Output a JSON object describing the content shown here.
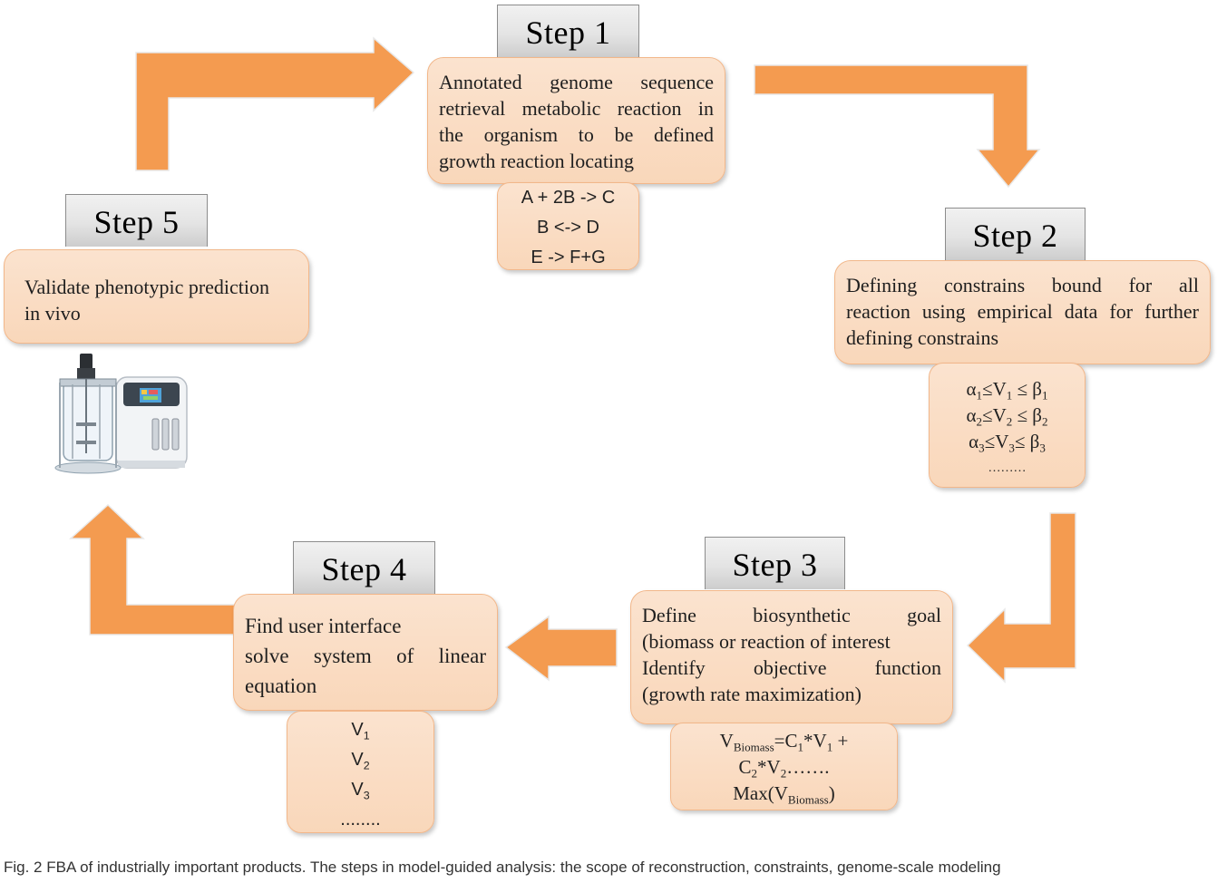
{
  "steps": [
    {
      "tab": "Step 1",
      "lines": [
        "Annotated genome sequence",
        "retrieval metabolic reaction in",
        "the organism to be defined",
        "growth reaction locating"
      ],
      "equations": [
        "A + 2B -> C",
        "B <-> D",
        "E -> F+G"
      ]
    },
    {
      "tab": "Step 2",
      "lines": [
        "Defining constrains bound for all",
        "reaction using empirical data for further",
        "defining constrains"
      ],
      "constraints": [
        {
          "a": "α",
          "i": "1",
          "v": "V",
          "b": "β"
        },
        {
          "a": "α",
          "i": "2",
          "v": "V",
          "b": "β"
        },
        {
          "a": "α",
          "i": "3",
          "v": "V",
          "b": "β"
        }
      ],
      "ellipsis": "………"
    },
    {
      "tab": "Step 3",
      "lines": [
        "Define biosynthetic goal",
        "(biomass or reaction of interest",
        "Identify objective function",
        "(growth rate maximization)"
      ],
      "formula": {
        "v": "V",
        "biomass": "Biomass",
        "eq": "=C",
        "one": "1",
        "times": "*V",
        "plus": " +",
        "c": "C",
        "two": "2",
        "dots": "…….",
        "max": "Max(V",
        "close": ")"
      }
    },
    {
      "tab": "Step 4",
      "lines": [
        "Find user interface",
        "solve system of linear",
        "equation"
      ],
      "vars": [
        {
          "v": "V",
          "i": "1"
        },
        {
          "v": "V",
          "i": "2"
        },
        {
          "v": "V",
          "i": "3"
        }
      ],
      "ellipsis": "........"
    },
    {
      "tab": "Step 5",
      "lines": [
        "Validate phenotypic prediction",
        "in vivo"
      ]
    }
  ],
  "caption": "Fig. 2  FBA of industrially important products. The steps in model-guided analysis: the scope of reconstruction, constraints, genome-scale modeling",
  "colors": {
    "arrow": "#f49b50",
    "box": "#fbe3cf",
    "tab": "#e4e4e4"
  },
  "icons": {
    "bioreactor": "bioreactor-icon"
  }
}
